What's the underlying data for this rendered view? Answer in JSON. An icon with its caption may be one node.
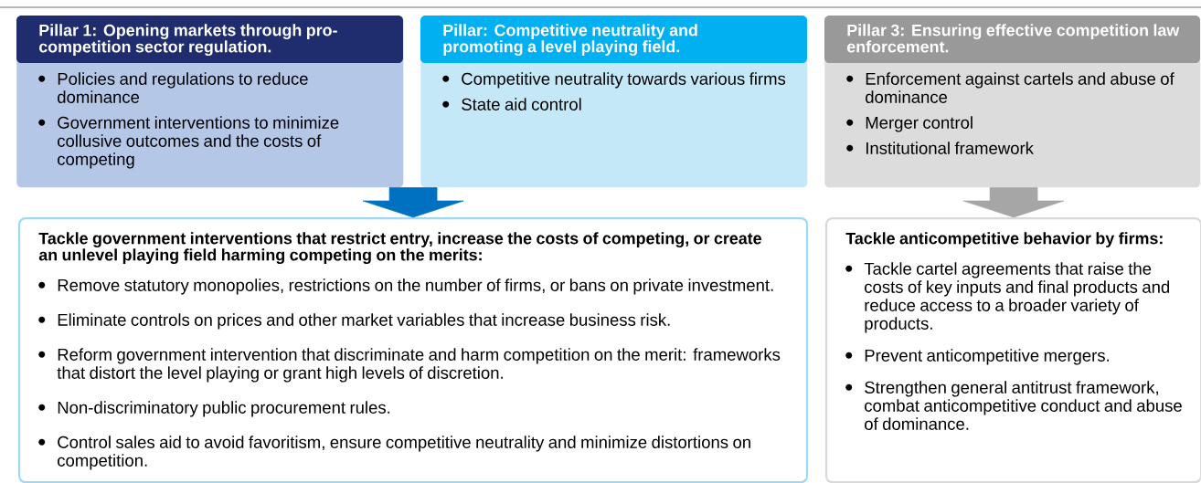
{
  "diagram": {
    "nodes": [
      {
        "text": [
          "Pillar 1: Opening markets through pro-competition sector regulation.",
          "Policies and regulations to reduce dominance",
          "Government interventions to minimize collusive outcomes and the costs of competing"
        ]
      },
      {
        "text": [
          "Pillar: Competitive neutrality and promoting a level playing field.",
          "Competitive neutrality towards various firms",
          "State aid control"
        ]
      },
      {
        "text": [
          "Pillar 3: Ensuring effective competition law enforcement.",
          "Enforcement against cartels and abuse of dominance",
          "Merger control",
          "Institutional framework"
        ]
      },
      {
        "text": [
          "Tackle government interventions that restrict entry, increase the costs of competing, or create an unlevel playing field harming competing on the merits:",
          "Remove statutory monopolies, restrictions on the number of firms, or bans on private investment.",
          "Eliminate controls on prices and other market variables that increase business risk.",
          "Reform government intervention that discriminate and harm competition on the merit: frameworks that distort the level playing or grant high levels of discretion.",
          "Non-discriminatory public procurement rules.",
          "Control sales aid to avoid favoritism, ensure competitive neutrality and minimize distortions on competition."
        ]
      },
      {
        "text": [
          "Tackle anticompetitive behavior by firms:",
          "Tackle cartel agreements that raise the costs of key inputs and final products and reduce access to a broader variety of products.",
          "Prevent anticompetitive mergers.",
          "Strengthen general antitrust framework, combat anticompetitive conduct and abuse of dominance."
        ]
      }
    ],
    "edges": [
      {
        "from": 0,
        "to": 3,
        "arrow": "to",
        "style": "thick"
      },
      {
        "from": 1,
        "to": 3,
        "arrow": "to",
        "style": "thick"
      },
      {
        "from": 2,
        "to": 4,
        "arrow": "to",
        "style": "thick",
        "color": "#a6a6a6"
      }
    ]
  }
}
